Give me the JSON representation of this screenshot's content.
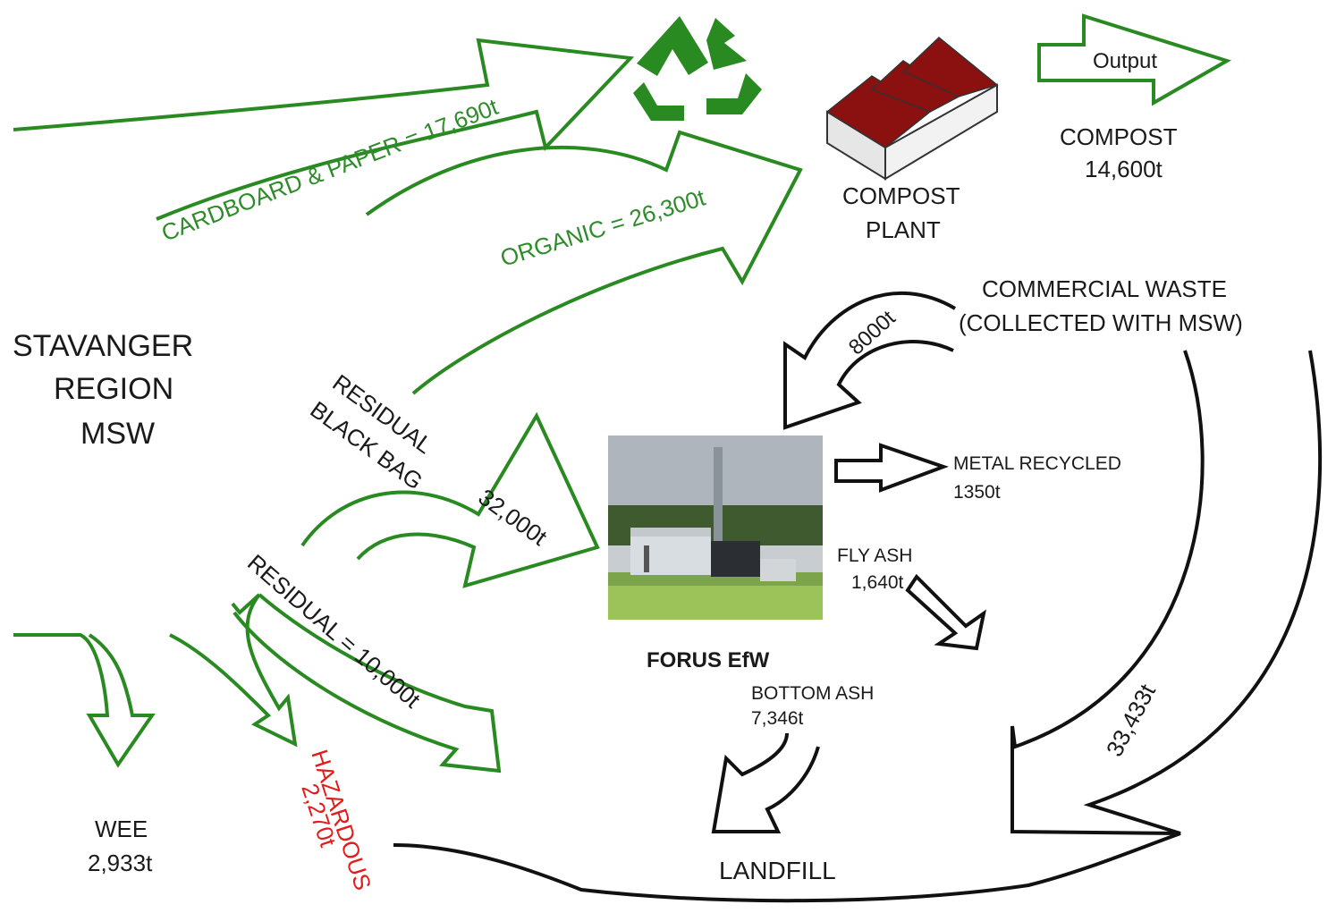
{
  "flows": {
    "cardboard_paper": "CARDBOARD & PAPER = 17,690t",
    "organic": "ORGANIC = 26,300t",
    "residual_black_bag_line1": "RESIDUAL",
    "residual_black_bag_line2": "BLACK BAG",
    "residual_black_bag_amount": "32,000t",
    "residual": "RESIDUAL = 10,000t",
    "commercial_to_efw": "8000t",
    "commercial_to_landfill": "33,433t",
    "output_label": "Output"
  },
  "nodes": {
    "source_line1": "STAVANGER",
    "source_line2": "REGION",
    "source_line3": "MSW",
    "compost_plant_line1": "COMPOST",
    "compost_plant_line2": "PLANT",
    "compost_output_line1": "COMPOST",
    "compost_output_line2": "14,600t",
    "commercial_line1": "COMMERCIAL WASTE",
    "commercial_line2": "(COLLECTED WITH MSW)",
    "efw": "FORUS EfW",
    "metal_line1": "METAL RECYCLED",
    "metal_line2": "1350t",
    "fly_ash_line1": "FLY ASH",
    "fly_ash_line2": "1,640t",
    "bottom_ash_line1": "BOTTOM ASH",
    "bottom_ash_line2": "7,346t",
    "landfill": "LANDFILL",
    "wee_line1": "WEE",
    "wee_line2": "2,933t",
    "hazardous_line1": "HAZARDOUS",
    "hazardous_line2": "2,270t"
  },
  "colors": {
    "green": "#2e8b2a",
    "hazard_red": "#e31b1b",
    "roof": "#8b1010"
  },
  "icons": {
    "recycle": "recycle-icon",
    "plant": "compost-plant-icon",
    "photo": "efw-plant-photo"
  }
}
